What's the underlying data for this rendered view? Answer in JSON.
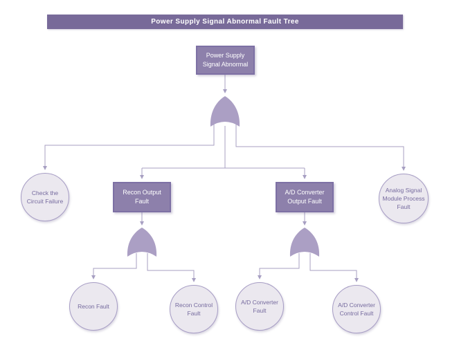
{
  "title": "Power Supply Signal Abnormal Fault Tree",
  "colors": {
    "banner_bg": "#786a99",
    "banner_text": "#ffffff",
    "node_fill": "#8d80ab",
    "node_border": "#7d70a4",
    "node_text": "#ffffff",
    "gate_fill": "#ab9fc4",
    "line": "#a79fc2",
    "event_fill": "#ebe8ef",
    "event_border": "#a69cc4",
    "event_text": "#756a9e",
    "background": "#ffffff"
  },
  "nodes": {
    "root": {
      "label": "Power Supply Signal Abnormal",
      "type": "rect"
    },
    "check_circuit": {
      "label": "Check the Circuit Failure",
      "type": "circle"
    },
    "recon_output": {
      "label": "Recon Output Fault",
      "type": "rect"
    },
    "ad_output": {
      "label": "A/D Converter Output Fault",
      "type": "rect"
    },
    "analog_module": {
      "label": "Analog Signal Module Process Fault",
      "type": "circle"
    },
    "recon_fault": {
      "label": "Recon Fault",
      "type": "circle"
    },
    "recon_control": {
      "label": "Recon Control Fault",
      "type": "circle"
    },
    "ad_fault": {
      "label": "A/D Converter Fault",
      "type": "circle"
    },
    "ad_control": {
      "label": "A/D Converter Control Fault",
      "type": "circle"
    }
  },
  "gates": [
    {
      "id": "gate-root",
      "type": "or",
      "parent": "root"
    },
    {
      "id": "gate-recon",
      "type": "or",
      "parent": "recon_output"
    },
    {
      "id": "gate-ad",
      "type": "or",
      "parent": "ad_output"
    }
  ],
  "edges": [
    {
      "from": "root",
      "to": "check_circuit"
    },
    {
      "from": "root",
      "to": "recon_output"
    },
    {
      "from": "root",
      "to": "ad_output"
    },
    {
      "from": "root",
      "to": "analog_module"
    },
    {
      "from": "recon_output",
      "to": "recon_fault"
    },
    {
      "from": "recon_output",
      "to": "recon_control"
    },
    {
      "from": "ad_output",
      "to": "ad_fault"
    },
    {
      "from": "ad_output",
      "to": "ad_control"
    }
  ]
}
